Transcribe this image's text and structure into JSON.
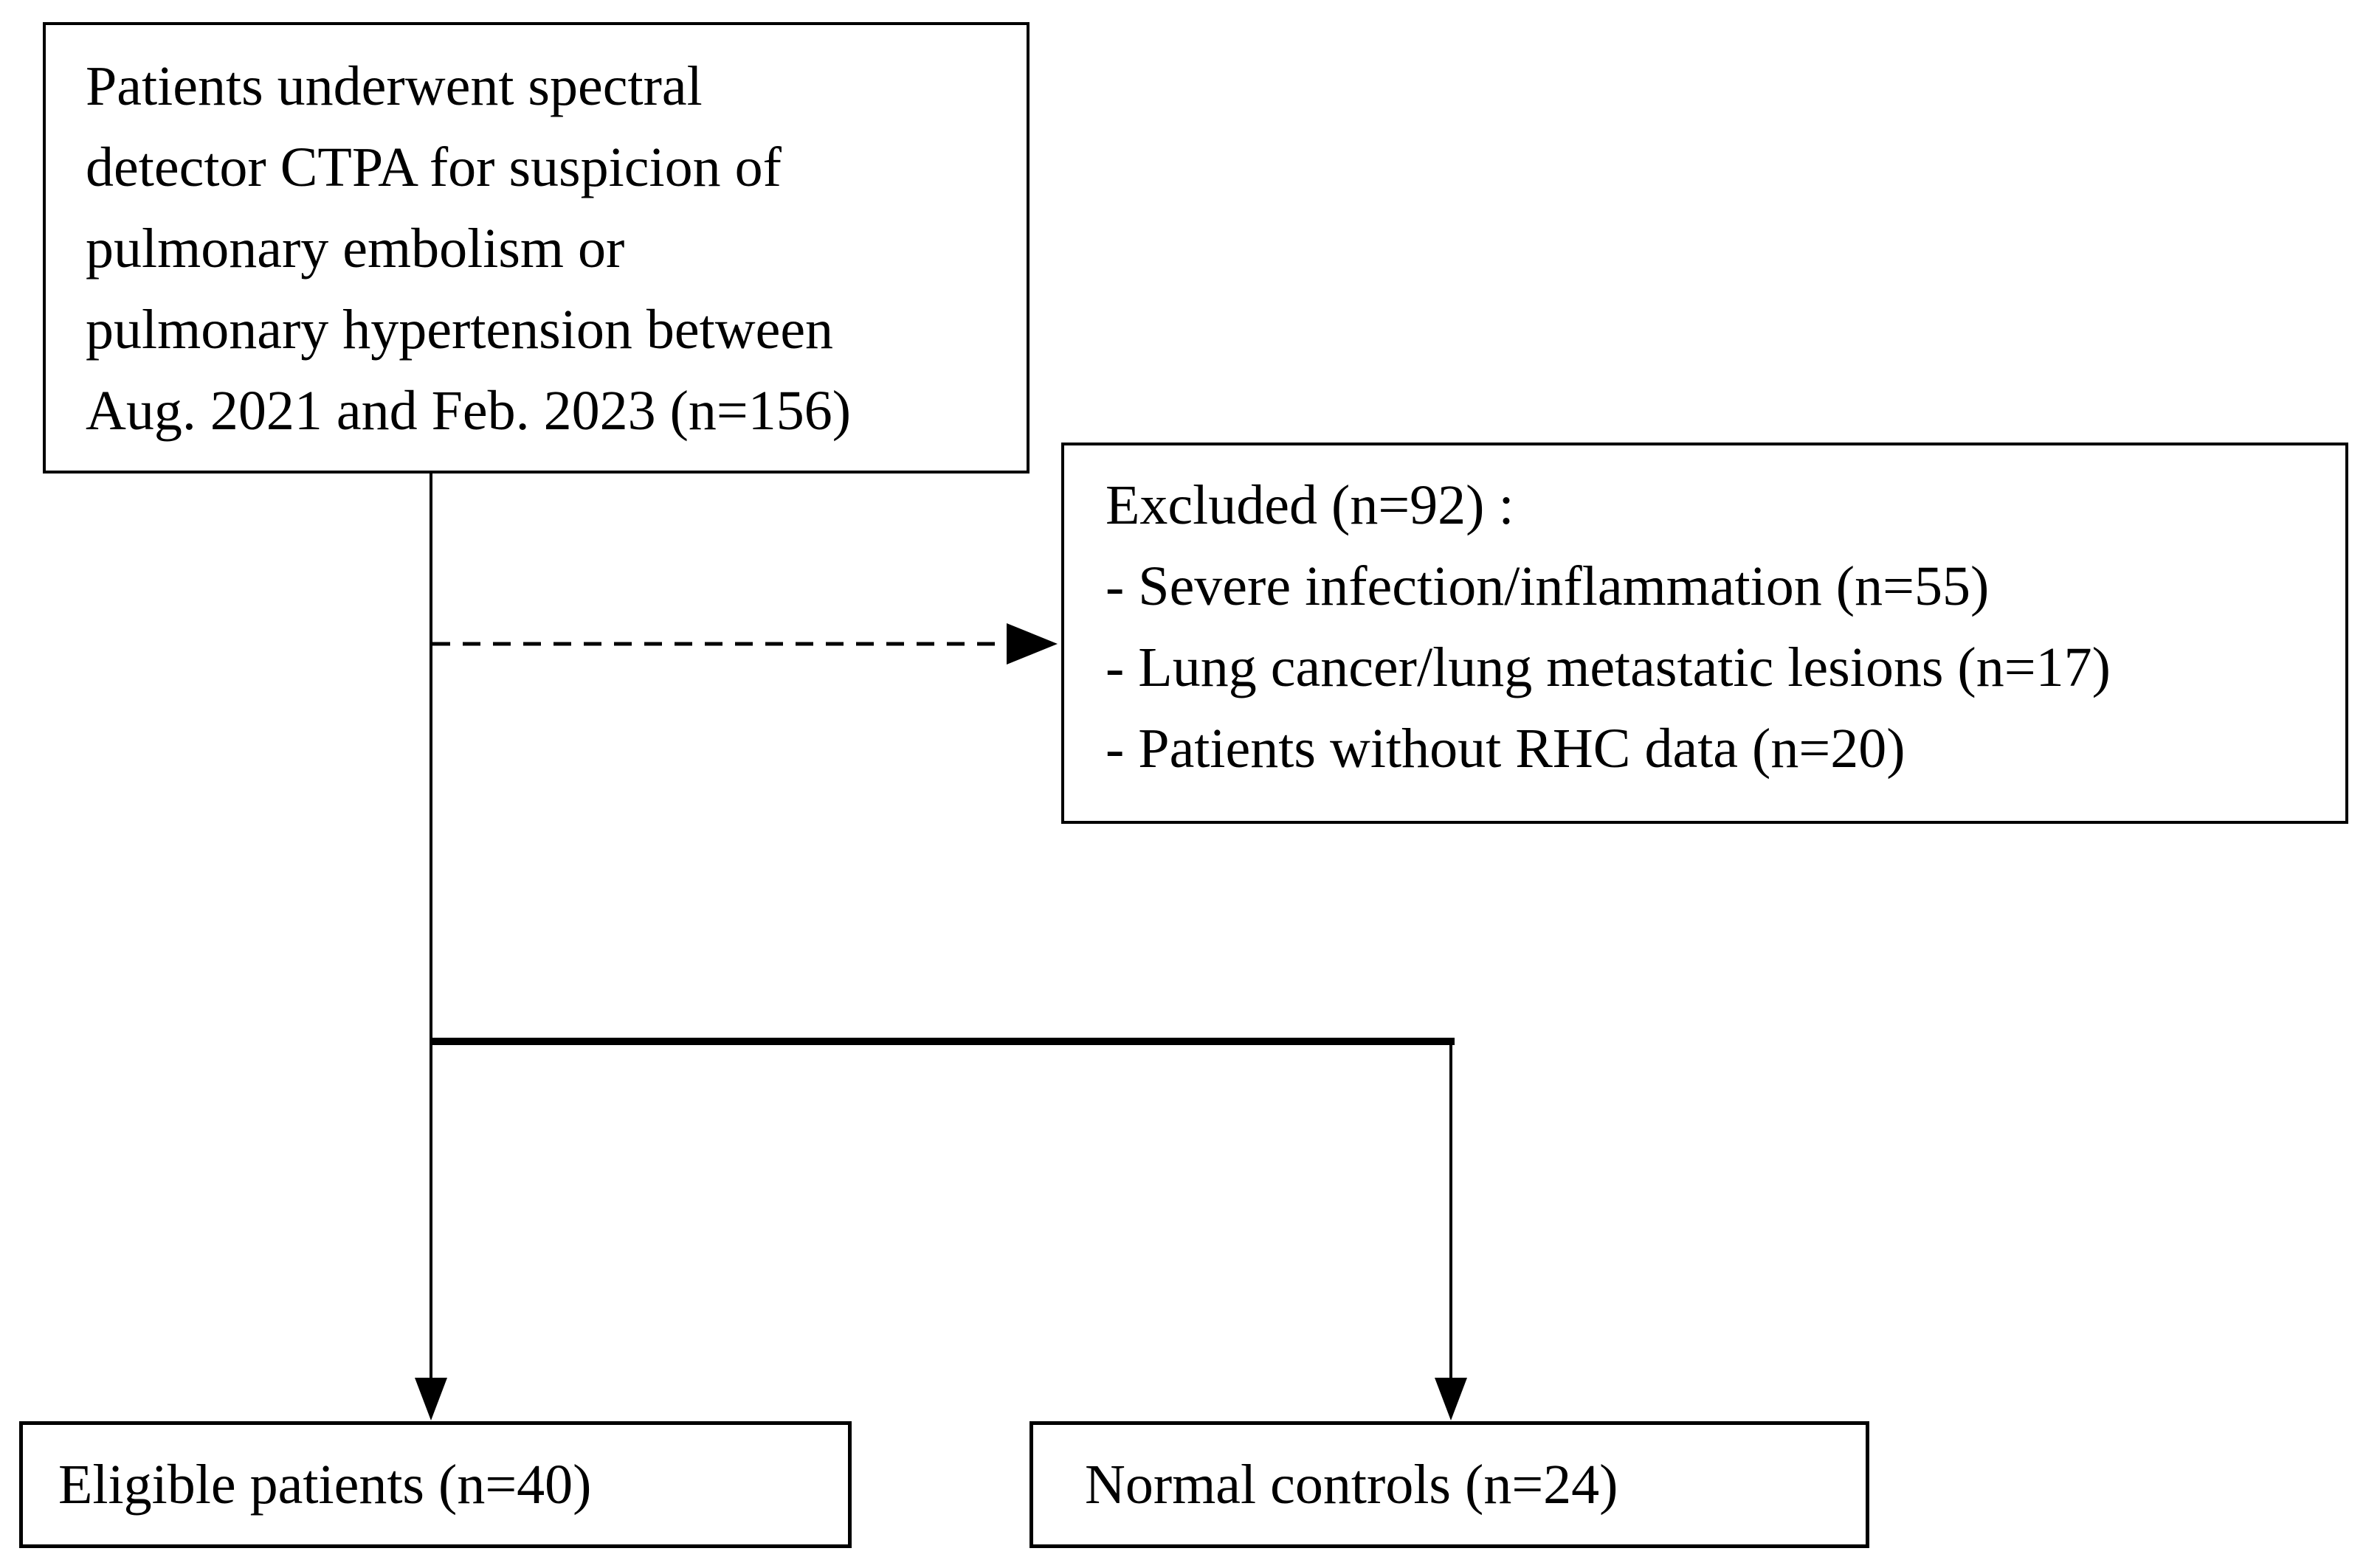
{
  "diagram": {
    "top_box": {
      "lines": [
        "Patients underwent spectral",
        "detector CTPA for suspicion of",
        "pulmonary embolism or",
        "pulmonary hypertension between",
        "Aug. 2021 and Feb. 2023 (n=156)"
      ]
    },
    "excluded_box": {
      "title": "Excluded (n=92) :",
      "items": [
        "- Severe infection/inflammation (n=55)",
        "- Lung cancer/lung metastatic lesions (n=17)",
        "- Patients without RHC data (n=20)"
      ]
    },
    "eligible_box": {
      "label": "Eligible patients (n=40)"
    },
    "controls_box": {
      "label": "Normal controls (n=24)"
    },
    "counts": {
      "initial_ctpa": 156,
      "excluded_total": 92,
      "severe_infection_inflammation": 55,
      "lung_cancer_metastatic": 17,
      "without_rhc_data": 20,
      "eligible_patients": 40,
      "normal_controls": 24
    },
    "colors": {
      "background": "#ffffff",
      "text": "#000000",
      "border": "#000000",
      "connector": "#000000"
    }
  }
}
